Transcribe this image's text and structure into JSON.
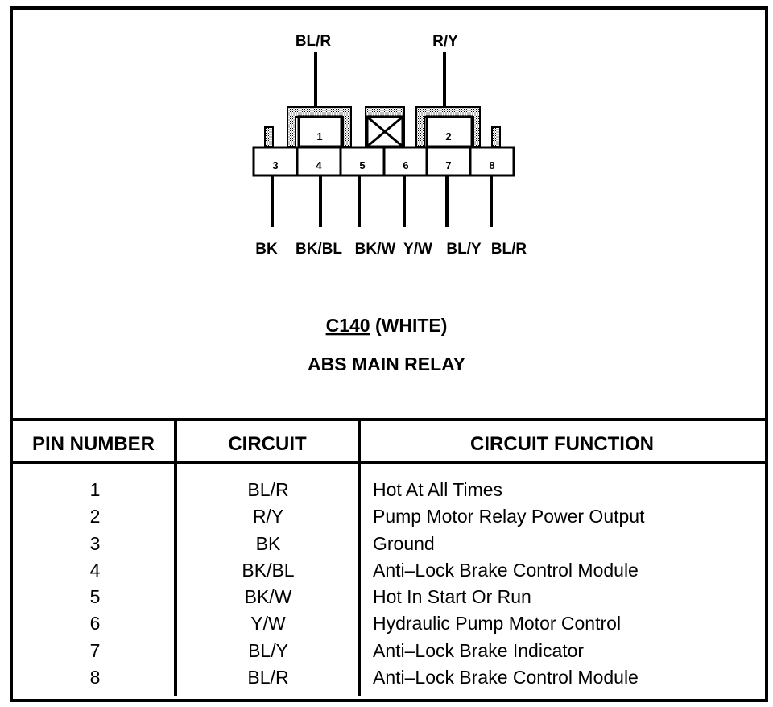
{
  "connector": {
    "top_wires": [
      "BL/R",
      "R/Y"
    ],
    "cavity_numbers_top": [
      "1",
      "2"
    ],
    "cavity_numbers_bottom": [
      "3",
      "4",
      "5",
      "6",
      "7",
      "8"
    ],
    "bottom_wires": [
      "BK",
      "BK/BL",
      "BK/W",
      "Y/W",
      "BL/Y",
      "BL/R"
    ],
    "connector_id": "C140",
    "connector_color": "(WHITE)",
    "component_name": "ABS MAIN RELAY"
  },
  "table": {
    "headers": [
      "PIN NUMBER",
      "CIRCUIT",
      "CIRCUIT FUNCTION"
    ],
    "rows": [
      {
        "pin": "1",
        "circuit": "BL/R",
        "function": "Hot At All Times"
      },
      {
        "pin": "2",
        "circuit": "R/Y",
        "function": "Pump Motor Relay Power Output"
      },
      {
        "pin": "3",
        "circuit": "BK",
        "function": "Ground"
      },
      {
        "pin": "4",
        "circuit": "BK/BL",
        "function": "Anti–Lock Brake Control Module"
      },
      {
        "pin": "5",
        "circuit": "BK/W",
        "function": "Hot In Start Or Run"
      },
      {
        "pin": "6",
        "circuit": "Y/W",
        "function": "Hydraulic Pump Motor Control"
      },
      {
        "pin": "7",
        "circuit": "BL/Y",
        "function": "Anti–Lock Brake Indicator"
      },
      {
        "pin": "8",
        "circuit": "BL/R",
        "function": "Anti–Lock Brake Control Module"
      }
    ]
  }
}
